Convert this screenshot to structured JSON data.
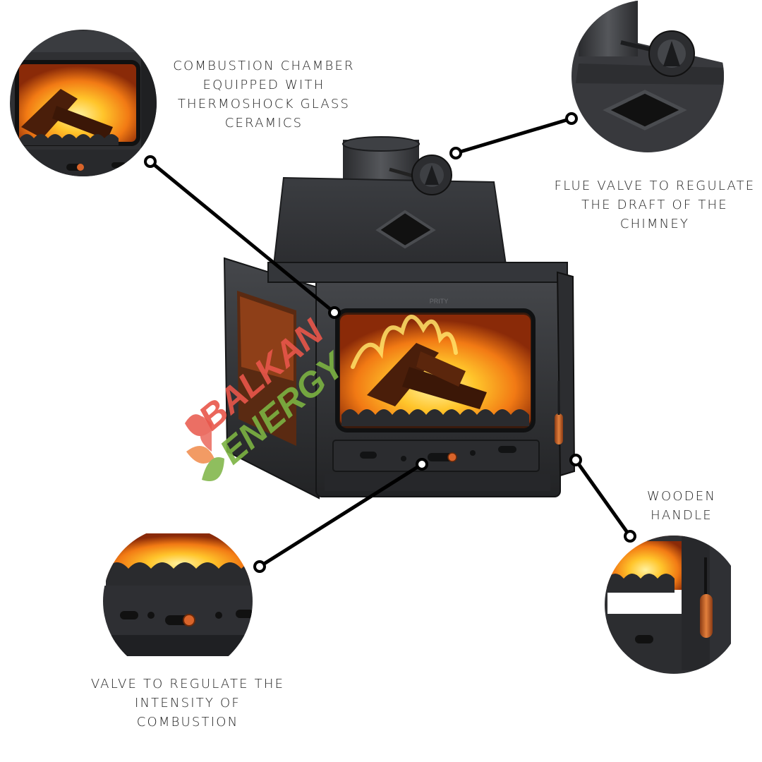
{
  "callouts": {
    "combustion_chamber": {
      "lines": [
        "COMBUSTION CHAMBER",
        "EQUIPPED WITH",
        "THERMOSHOCK GLASS",
        "CERAMICS"
      ]
    },
    "flue_valve": {
      "lines": [
        "FLUE VALVE TO REGULATE",
        "THE DRAFT OF THE",
        "CHIMNEY"
      ]
    },
    "wooden_handle": {
      "lines": [
        "WOODEN",
        "HANDLE"
      ]
    },
    "combustion_valve": {
      "lines": [
        "VALVE TO REGULATE THE",
        "INTENSITY OF",
        "COMBUSTION"
      ]
    }
  },
  "watermark": {
    "line1": "BALKAN",
    "line2": "ENERGY",
    "colors": {
      "line1": "#e8564a",
      "line2": "#7cb342"
    }
  },
  "stove": {
    "brand_plate": "PRITY"
  },
  "colors": {
    "iron": "#2f3033",
    "iron_dark": "#1c1d1f",
    "iron_light": "#4a4c50",
    "fire_core": "#ffd23a",
    "fire_mid": "#f58a1f",
    "fire_outer": "#c9320f",
    "handle_wood": "#c8622b",
    "connector": "#000000"
  }
}
